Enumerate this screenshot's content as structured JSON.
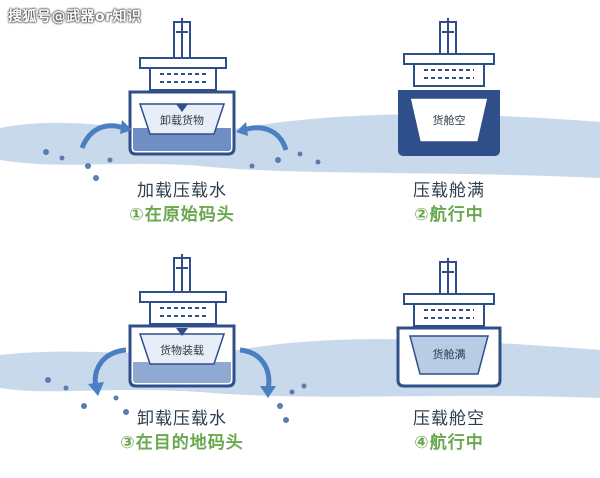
{
  "watermark": "搜狐号@武器or知识",
  "panels": [
    {
      "hold_label": "卸载货物",
      "caption": "加载压载水",
      "step": "①在原始码头"
    },
    {
      "hold_label": "货舱空",
      "caption": "压载舱满",
      "step": "②航行中"
    },
    {
      "hold_label": "货物装载",
      "caption": "卸载压载水",
      "step": "③在目的地码头"
    },
    {
      "hold_label": "货舱满",
      "caption": "压载舱空",
      "step": "④航行中"
    }
  ],
  "colors": {
    "water": "#c9d9ec",
    "water_deep": "#aec6e2",
    "ballast": "#2f4f8a",
    "hull": "#ffffff",
    "arrow": "#4a7fc1",
    "step_text": "#6aa84f"
  }
}
